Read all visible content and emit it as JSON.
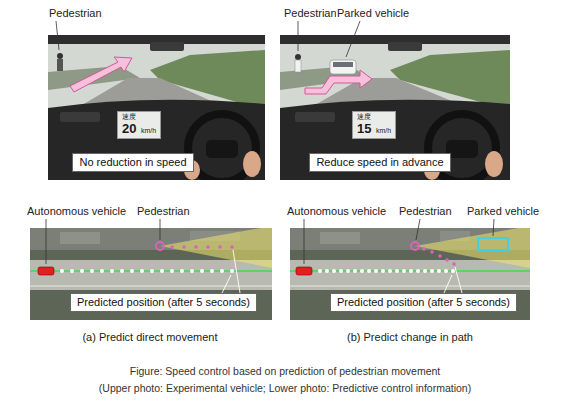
{
  "diagram": {
    "caption": "Figure: Speed control based on prediction of pedestrian movement",
    "nodes": [
      {
        "text": [
          "速度",
          "20",
          "km/h"
        ]
      },
      {
        "text": [
          "No reduction in speed"
        ]
      },
      {
        "text": [
          "速度",
          "15",
          "km/h"
        ]
      },
      {
        "text": [
          "Reduce speed in advance"
        ]
      },
      {
        "text": [
          "Predicted position (after 5 seconds)"
        ]
      },
      {
        "text": [
          "Predicted position (after 5 seconds)"
        ]
      }
    ],
    "labels": [
      "Pedestrian",
      "Pedestrian",
      "Parked vehicle",
      "Autonomous vehicle",
      "Pedestrian",
      "Autonomous vehicle",
      "Pedestrian",
      "Parked vehicle",
      "(a) Predict direct movement",
      "(b) Predict change in path",
      "(Upper photo: Experimental vehicle; Lower photo: Predictive control information)"
    ]
  }
}
